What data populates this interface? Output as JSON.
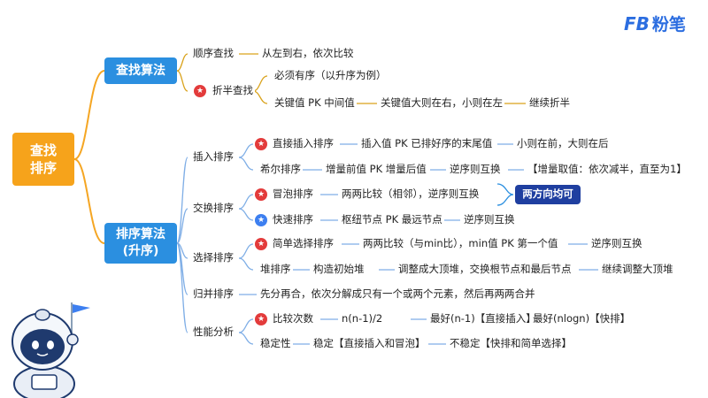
{
  "brand": {
    "mark": "FB",
    "name": "粉笔"
  },
  "root": {
    "line1": "查找",
    "line2": "排序"
  },
  "search": {
    "label": "查找算法",
    "sequential": {
      "label": "顺序查找",
      "desc": "从左到右，依次比较"
    },
    "binary": {
      "label": "折半查找",
      "requirement": "必须有序（以升序为例）",
      "step1": "关键值 PK 中间值",
      "step2": "关键值大则在右，小则在左",
      "step3": "继续折半"
    }
  },
  "sort": {
    "label_line1": "排序算法",
    "label_line2": "(升序)",
    "insertion": {
      "label": "插入排序",
      "direct": {
        "label": "直接插入排序",
        "step1": "插入值 PK 已排好序的末尾值",
        "step2": "小则在前，大则在后"
      },
      "shell": {
        "label": "希尔排序",
        "step1": "增量前值 PK 增量后值",
        "step2": "逆序则互换",
        "step3": "【增量取值：依次减半，直至为1】"
      }
    },
    "exchange": {
      "label": "交换排序",
      "bubble": {
        "label": "冒泡排序",
        "desc": "两两比较（相邻），逆序则互换"
      },
      "both_directions": "两方向均可",
      "quick": {
        "label": "快速排序",
        "step1": "枢纽节点 PK 最远节点",
        "step2": "逆序则互换"
      }
    },
    "selection": {
      "label": "选择排序",
      "simple": {
        "label": "简单选择排序",
        "step1": "两两比较（与min比），min值 PK 第一个值",
        "step2": "逆序则互换"
      },
      "heap": {
        "label": "堆排序",
        "step1": "构造初始堆",
        "step2": "调整成大顶堆，交换根节点和最后节点",
        "step3": "继续调整大顶堆"
      }
    },
    "merge": {
      "label": "归并排序",
      "desc": "先分再合，依次分解成只有一个或两个元素，然后再两两合并"
    },
    "performance": {
      "label": "性能分析",
      "comparisons": {
        "label": "比较次数",
        "v1": "n(n-1)/2",
        "v2": "最好(n-1)【直接插入】",
        "v3": "最好(nlogn)【快排】"
      },
      "stability": {
        "label": "稳定性",
        "stable": "稳定【直接插入和冒泡】",
        "unstable": "不稳定【快排和简单选择】"
      }
    }
  },
  "colors": {
    "root": "#f6a31b",
    "level1": "#2b8fe0",
    "tag": "#1f3fa0",
    "connector_root": "#f5a623",
    "connector_search": "#d9a21b",
    "connector_sort": "#7faee6",
    "star_red": "#e33b3b",
    "star_blue": "#3d7ff0"
  },
  "icons": {
    "important": "red-star-badge",
    "key": "blue-star-badge"
  }
}
